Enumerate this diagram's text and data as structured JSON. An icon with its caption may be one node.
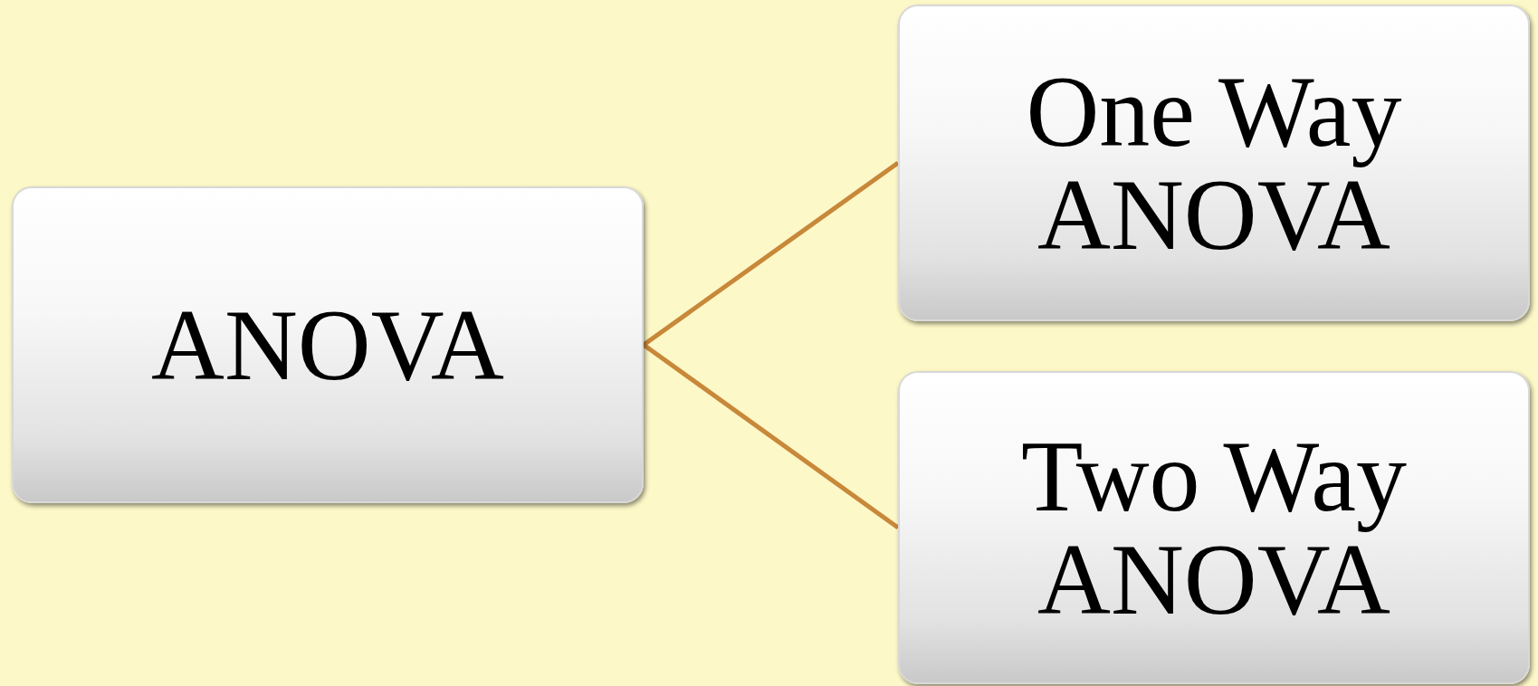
{
  "diagram": {
    "nodes": [
      {
        "text": [
          "ANOVA"
        ]
      },
      {
        "text": [
          "One Way ANOVA"
        ]
      },
      {
        "text": [
          "Two Way ANOVA"
        ]
      }
    ],
    "edges": [
      {
        "from": 0,
        "to": 1,
        "arrow": "none"
      },
      {
        "from": 0,
        "to": 2,
        "arrow": "none"
      }
    ]
  }
}
